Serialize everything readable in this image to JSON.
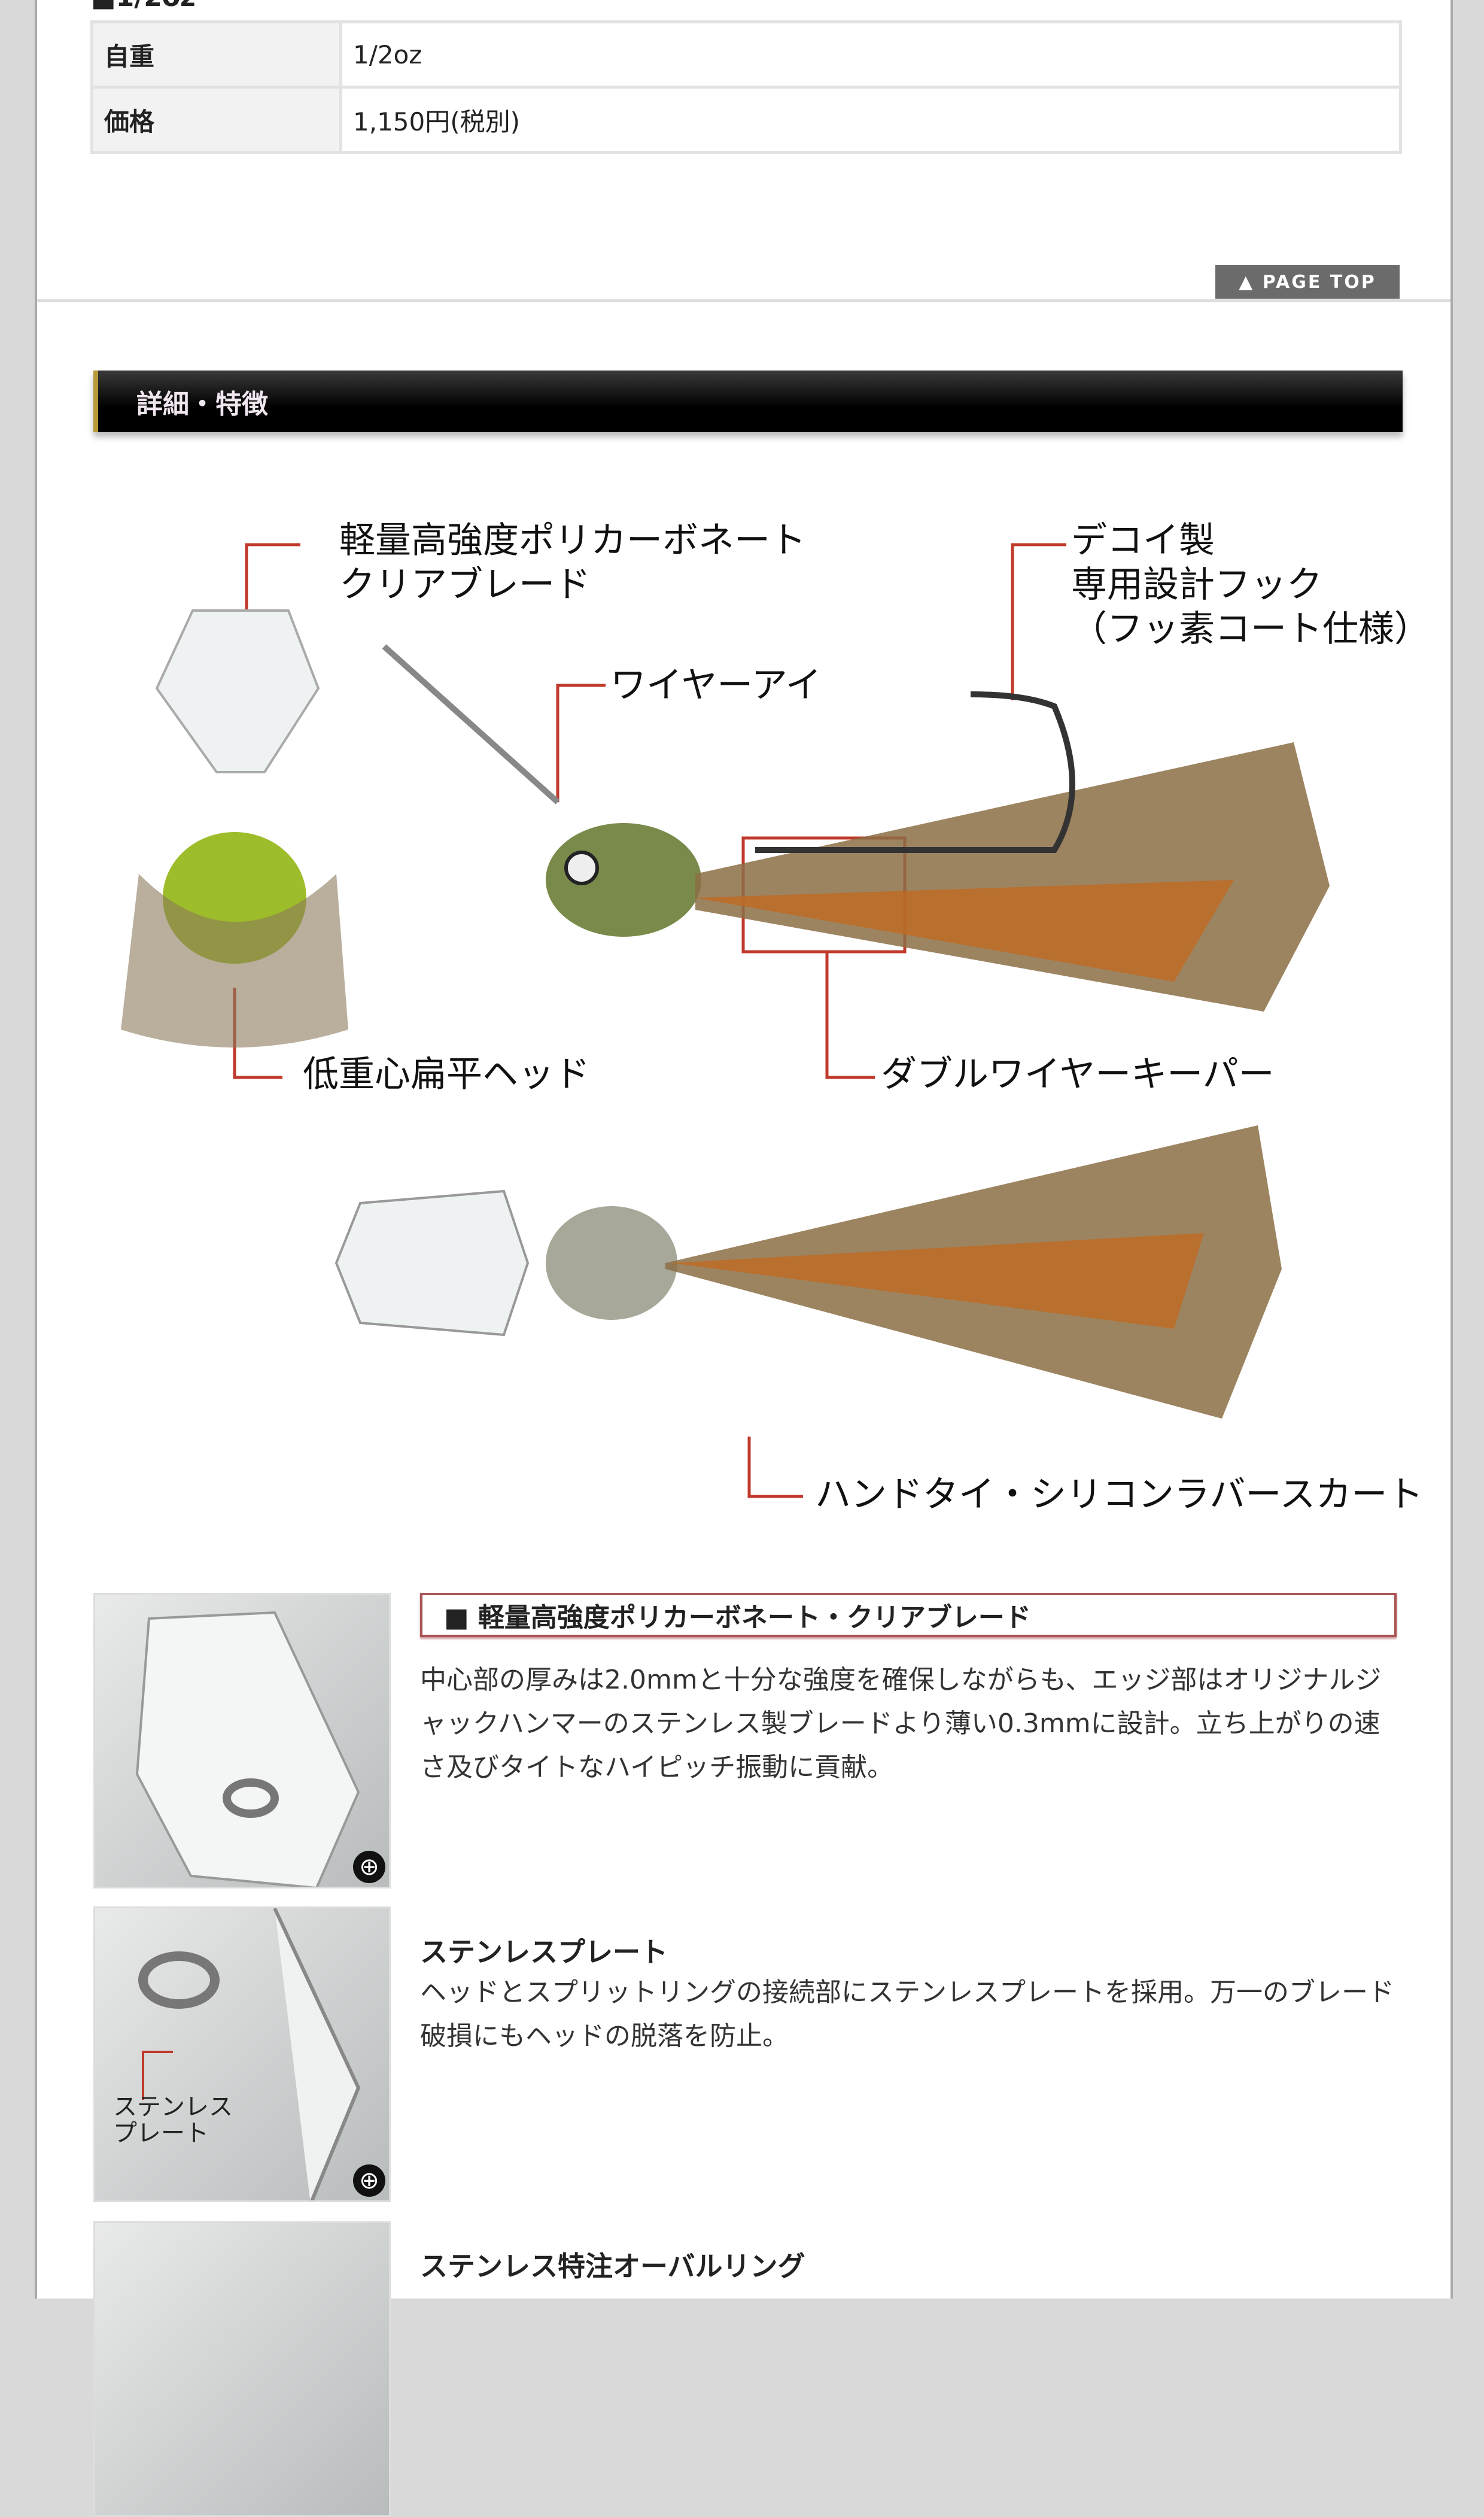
{
  "top_heading": "■1/2oz",
  "spec_table": [
    {
      "label": "自重",
      "value": "1/2oz"
    },
    {
      "label": "価格",
      "value": "1,150円(税別)"
    }
  ],
  "page_top_label": "▲ PAGE TOP",
  "section_title": "詳細・特徴",
  "diagram_labels": {
    "blade": "軽量高強度ポリカーボネート\nクリアブレード",
    "hook": "デコイ製\n専用設計フック\n（フッ素コート仕様）",
    "wire_eye": "ワイヤーアイ",
    "head": "低重心扁平ヘッド",
    "keeper": "ダブルワイヤーキーパー",
    "skirt": "ハンドタイ・シリコンラバースカート"
  },
  "features": [
    {
      "title": "■ 軽量高強度ポリカーボネート・クリアブレード",
      "body": "中心部の厚みは2.0mmと十分な強度を確保しながらも、エッジ部はオリジナルジャックハンマーのステンレス製ブレードより薄い0.3mmに設計。立ち上がりの速さ及びタイトなハイピッチ振動に貢献。"
    },
    {
      "title": "ステンレスプレート",
      "body": "ヘッドとスプリットリングの接続部にステンレスプレートを採用。万一のブレード破損にもヘッドの脱落を防止。",
      "thumb_label": "ステンレス\nプレート"
    },
    {
      "title": "ステンレス特注オーバルリング"
    }
  ],
  "colors": {
    "accent_red": "#c0392b",
    "header_bg": "#000000",
    "pagetop_bg": "#6b6b6b"
  }
}
